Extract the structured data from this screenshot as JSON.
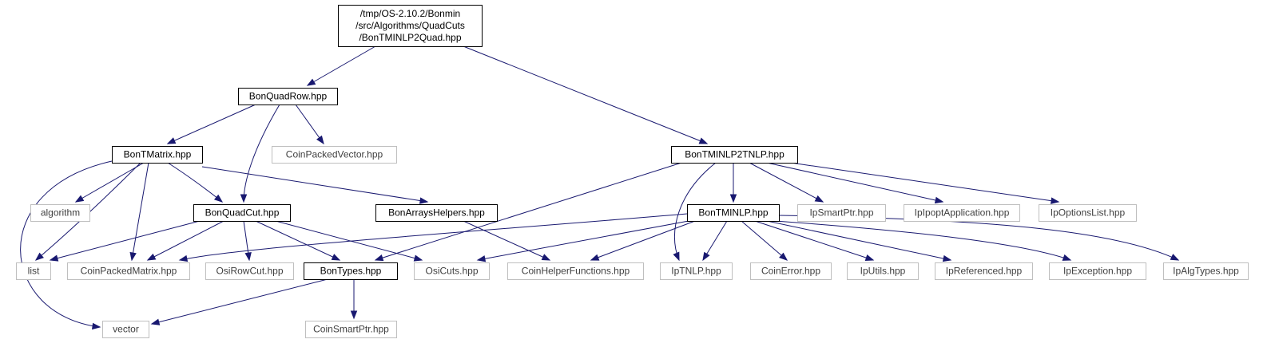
{
  "diagram": {
    "colors": {
      "edge": "#191970",
      "root_fill": "#bfbfbf",
      "local_border": "#000000",
      "external_border": "#bfbfbf",
      "local_text": "#000000",
      "external_text": "#3f3f3f"
    },
    "nodes": [
      {
        "id": "root",
        "kind": "root",
        "lines": [
          "/tmp/OS-2.10.2/Bonmin",
          "/src/Algorithms/QuadCuts",
          "/BonTMINLP2Quad.hpp"
        ]
      },
      {
        "id": "quadrow",
        "kind": "local",
        "lines": [
          "BonQuadRow.hpp"
        ]
      },
      {
        "id": "tmatrix",
        "kind": "local",
        "lines": [
          "BonTMatrix.hpp"
        ]
      },
      {
        "id": "cpv",
        "kind": "external",
        "lines": [
          "CoinPackedVector.hpp"
        ]
      },
      {
        "id": "tminlp2tnlp",
        "kind": "local",
        "lines": [
          "BonTMINLP2TNLP.hpp"
        ]
      },
      {
        "id": "algorithm",
        "kind": "external",
        "lines": [
          "algorithm"
        ]
      },
      {
        "id": "quadcut",
        "kind": "local",
        "lines": [
          "BonQuadCut.hpp"
        ]
      },
      {
        "id": "arrays",
        "kind": "local",
        "lines": [
          "BonArraysHelpers.hpp"
        ]
      },
      {
        "id": "tminlp",
        "kind": "local",
        "lines": [
          "BonTMINLP.hpp"
        ]
      },
      {
        "id": "smartptr",
        "kind": "external",
        "lines": [
          "IpSmartPtr.hpp"
        ]
      },
      {
        "id": "ipoptapp",
        "kind": "external",
        "lines": [
          "IpIpoptApplication.hpp"
        ]
      },
      {
        "id": "optlist",
        "kind": "external",
        "lines": [
          "IpOptionsList.hpp"
        ]
      },
      {
        "id": "list",
        "kind": "external",
        "lines": [
          "list"
        ]
      },
      {
        "id": "cpm",
        "kind": "external",
        "lines": [
          "CoinPackedMatrix.hpp"
        ]
      },
      {
        "id": "osirowcut",
        "kind": "external",
        "lines": [
          "OsiRowCut.hpp"
        ]
      },
      {
        "id": "bontypes",
        "kind": "local",
        "lines": [
          "BonTypes.hpp"
        ]
      },
      {
        "id": "osicuts",
        "kind": "external",
        "lines": [
          "OsiCuts.hpp"
        ]
      },
      {
        "id": "chf",
        "kind": "external",
        "lines": [
          "CoinHelperFunctions.hpp"
        ]
      },
      {
        "id": "iptnlp",
        "kind": "external",
        "lines": [
          "IpTNLP.hpp"
        ]
      },
      {
        "id": "coinerror",
        "kind": "external",
        "lines": [
          "CoinError.hpp"
        ]
      },
      {
        "id": "iputils",
        "kind": "external",
        "lines": [
          "IpUtils.hpp"
        ]
      },
      {
        "id": "ipref",
        "kind": "external",
        "lines": [
          "IpReferenced.hpp"
        ]
      },
      {
        "id": "ipexc",
        "kind": "external",
        "lines": [
          "IpException.hpp"
        ]
      },
      {
        "id": "ipalg",
        "kind": "external",
        "lines": [
          "IpAlgTypes.hpp"
        ]
      },
      {
        "id": "vector",
        "kind": "external",
        "lines": [
          "vector"
        ]
      },
      {
        "id": "coinsp",
        "kind": "external",
        "lines": [
          "CoinSmartPtr.hpp"
        ]
      }
    ],
    "edges": [
      {
        "from": "root",
        "to": "quadrow"
      },
      {
        "from": "root",
        "to": "tminlp2tnlp"
      },
      {
        "from": "quadrow",
        "to": "tmatrix"
      },
      {
        "from": "quadrow",
        "to": "cpv"
      },
      {
        "from": "quadrow",
        "to": "quadcut"
      },
      {
        "from": "tmatrix",
        "to": "algorithm"
      },
      {
        "from": "tmatrix",
        "to": "list"
      },
      {
        "from": "tmatrix",
        "to": "cpm"
      },
      {
        "from": "tmatrix",
        "to": "quadcut"
      },
      {
        "from": "tmatrix",
        "to": "arrays"
      },
      {
        "from": "tmatrix",
        "to": "vector"
      },
      {
        "from": "quadcut",
        "to": "list"
      },
      {
        "from": "quadcut",
        "to": "cpm"
      },
      {
        "from": "quadcut",
        "to": "osirowcut"
      },
      {
        "from": "quadcut",
        "to": "bontypes"
      },
      {
        "from": "quadcut",
        "to": "osicuts"
      },
      {
        "from": "arrays",
        "to": "chf"
      },
      {
        "from": "tminlp2tnlp",
        "to": "bontypes"
      },
      {
        "from": "tminlp2tnlp",
        "to": "iptnlp"
      },
      {
        "from": "tminlp2tnlp",
        "to": "tminlp"
      },
      {
        "from": "tminlp2tnlp",
        "to": "smartptr"
      },
      {
        "from": "tminlp2tnlp",
        "to": "ipoptapp"
      },
      {
        "from": "tminlp2tnlp",
        "to": "optlist"
      },
      {
        "from": "tminlp",
        "to": "cpm"
      },
      {
        "from": "tminlp",
        "to": "osicuts"
      },
      {
        "from": "tminlp",
        "to": "chf"
      },
      {
        "from": "tminlp",
        "to": "iptnlp"
      },
      {
        "from": "tminlp",
        "to": "coinerror"
      },
      {
        "from": "tminlp",
        "to": "iputils"
      },
      {
        "from": "tminlp",
        "to": "ipref"
      },
      {
        "from": "tminlp",
        "to": "ipexc"
      },
      {
        "from": "tminlp",
        "to": "ipalg"
      },
      {
        "from": "bontypes",
        "to": "vector"
      },
      {
        "from": "bontypes",
        "to": "coinsp"
      }
    ]
  }
}
